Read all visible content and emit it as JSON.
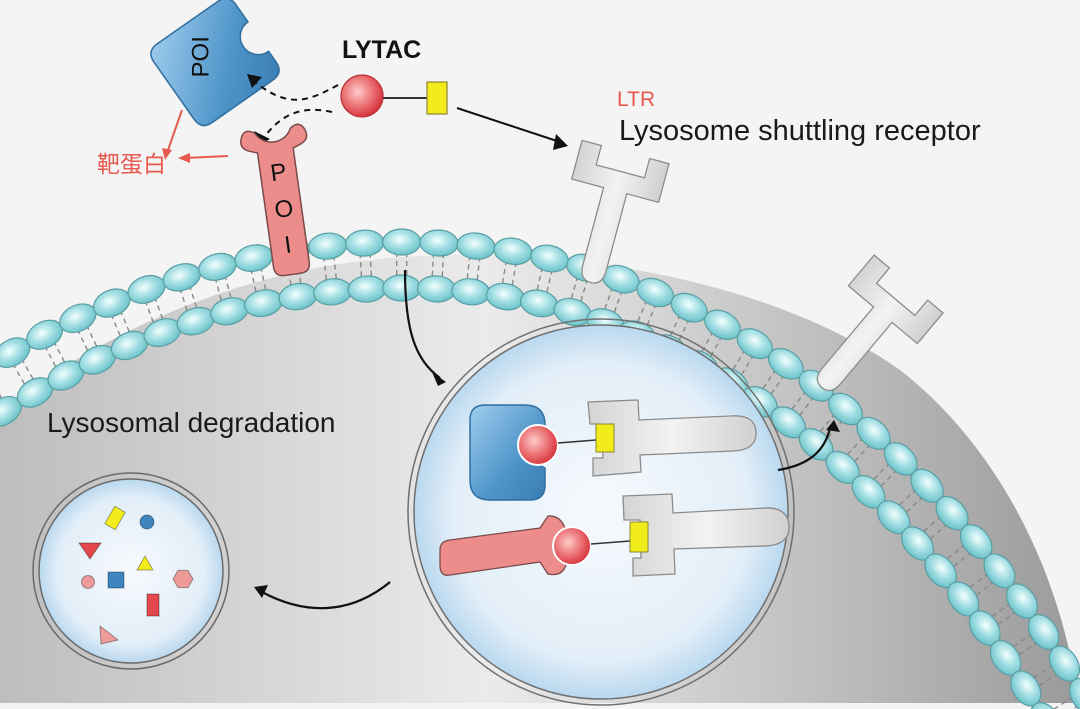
{
  "title": "LYTAC mechanism of targeted protein degradation",
  "labels": {
    "lytac": "LYTAC",
    "ltr_abbrev": "LTR",
    "ltr_full": "Lysosome shuttling receptor",
    "target_protein_cn": "靶蛋白",
    "lysosomal_degradation": "Lysosomal degradation",
    "poi": "POI",
    "poi_membrane_letters": [
      "P",
      "O",
      "I"
    ]
  },
  "colors": {
    "background": "#f4f4f4",
    "membrane_head": "#7fd0d6",
    "poi_soluble": "#4f95c9",
    "poi_membrane": "#ec8d8b",
    "lytac_ligand": "#e3484f",
    "lytac_tag": "#f2ec1c",
    "receptor": "#e2e2e2",
    "annotation_red": "#e8594d",
    "lysosome_fill": "#dcebf6"
  },
  "degradation_fragments": [
    {
      "shape": "rect",
      "color": "#f2ec1c"
    },
    {
      "shape": "circle",
      "color": "#3f86c0"
    },
    {
      "shape": "triangle-down",
      "color": "#e3484f"
    },
    {
      "shape": "triangle-up",
      "color": "#f2ec1c"
    },
    {
      "shape": "circle",
      "color": "#ee9a99"
    },
    {
      "shape": "square",
      "color": "#3f86c0"
    },
    {
      "shape": "hexagon",
      "color": "#ee9a99"
    },
    {
      "shape": "rect",
      "color": "#e3484f"
    },
    {
      "shape": "triangle-right",
      "color": "#ee9a99"
    }
  ]
}
